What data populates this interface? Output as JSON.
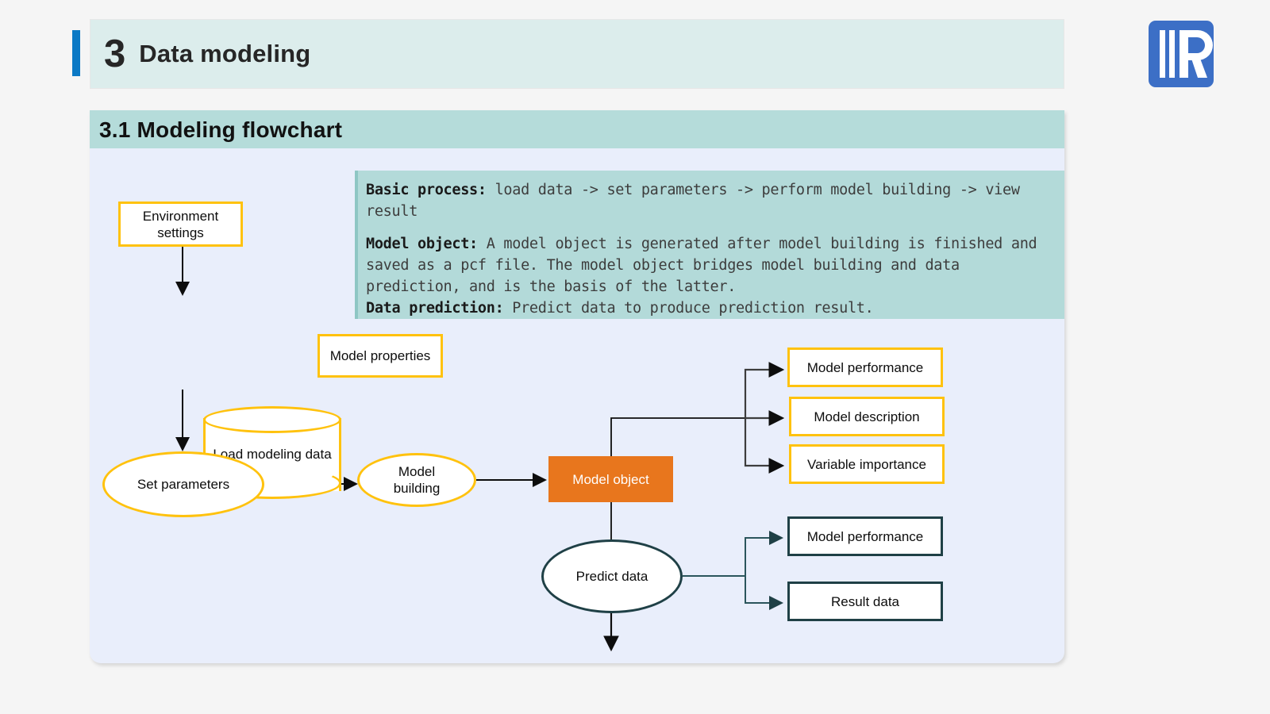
{
  "page": {
    "background_color": "#f5f5f5",
    "accent_blue": "#0b79c5",
    "header_bg": "#dcedec",
    "section_bg": "#b5dcda",
    "panel_bg": "#e9eefb",
    "callout_bg": "#b3dad9",
    "gold": "#ffc20e",
    "teal": "#1f4046",
    "orange": "#e8761d"
  },
  "header": {
    "number": "3",
    "title": "Data modeling"
  },
  "logo": {
    "name": "brand-logo",
    "color": "#3c6fc6",
    "letter": "R"
  },
  "section": {
    "title": "3.1 Modeling flowchart"
  },
  "callout": {
    "paragraphs": [
      {
        "lead": "Basic process:",
        "body": " load data -> set parameters -> perform model building -> view result"
      },
      {
        "lead": "Model object:",
        "body": " A model object is generated after model building is finished and saved as a pcf file. The model object bridges model building and data prediction, and is the basis of the latter."
      },
      {
        "lead": "Data prediction:",
        "body": " Predict data to produce prediction result."
      }
    ]
  },
  "flowchart": {
    "nodes": [
      {
        "id": "environment-settings",
        "label": "Environment settings",
        "shape": "rectangle",
        "style": "gold"
      },
      {
        "id": "load-modeling-data",
        "label": "Load modeling data",
        "shape": "cylinder",
        "style": "gold"
      },
      {
        "id": "model-properties",
        "label": "Model properties",
        "shape": "rectangle",
        "style": "gold"
      },
      {
        "id": "set-parameters",
        "label": "Set parameters",
        "shape": "ellipse",
        "style": "gold"
      },
      {
        "id": "model-building",
        "label": "Model building",
        "shape": "ellipse",
        "style": "gold"
      },
      {
        "id": "model-object",
        "label": "Model object",
        "shape": "rectangle",
        "style": "orange-filled"
      },
      {
        "id": "model-performance-top",
        "label": "Model performance",
        "shape": "rectangle",
        "style": "gold"
      },
      {
        "id": "model-description",
        "label": "Model description",
        "shape": "rectangle",
        "style": "gold"
      },
      {
        "id": "variable-importance",
        "label": "Variable importance",
        "shape": "rectangle",
        "style": "gold"
      },
      {
        "id": "predict-data",
        "label": "Predict data",
        "shape": "ellipse",
        "style": "teal"
      },
      {
        "id": "model-performance-bottom",
        "label": "Model performance",
        "shape": "rectangle",
        "style": "teal"
      },
      {
        "id": "result-data",
        "label": "Result data",
        "shape": "rectangle",
        "style": "teal"
      }
    ],
    "edges": [
      {
        "from": "environment-settings",
        "to": "load-modeling-data"
      },
      {
        "from": "load-modeling-data",
        "to": "model-properties"
      },
      {
        "from": "load-modeling-data",
        "to": "set-parameters"
      },
      {
        "from": "set-parameters",
        "to": "model-building"
      },
      {
        "from": "model-building",
        "to": "model-object"
      },
      {
        "from": "model-object",
        "to": "model-performance-top"
      },
      {
        "from": "model-object",
        "to": "model-description"
      },
      {
        "from": "model-object",
        "to": "variable-importance"
      },
      {
        "from": "model-object",
        "to": "predict-data"
      },
      {
        "from": "predict-data",
        "to": "model-performance-bottom"
      },
      {
        "from": "predict-data",
        "to": "result-data"
      }
    ]
  }
}
